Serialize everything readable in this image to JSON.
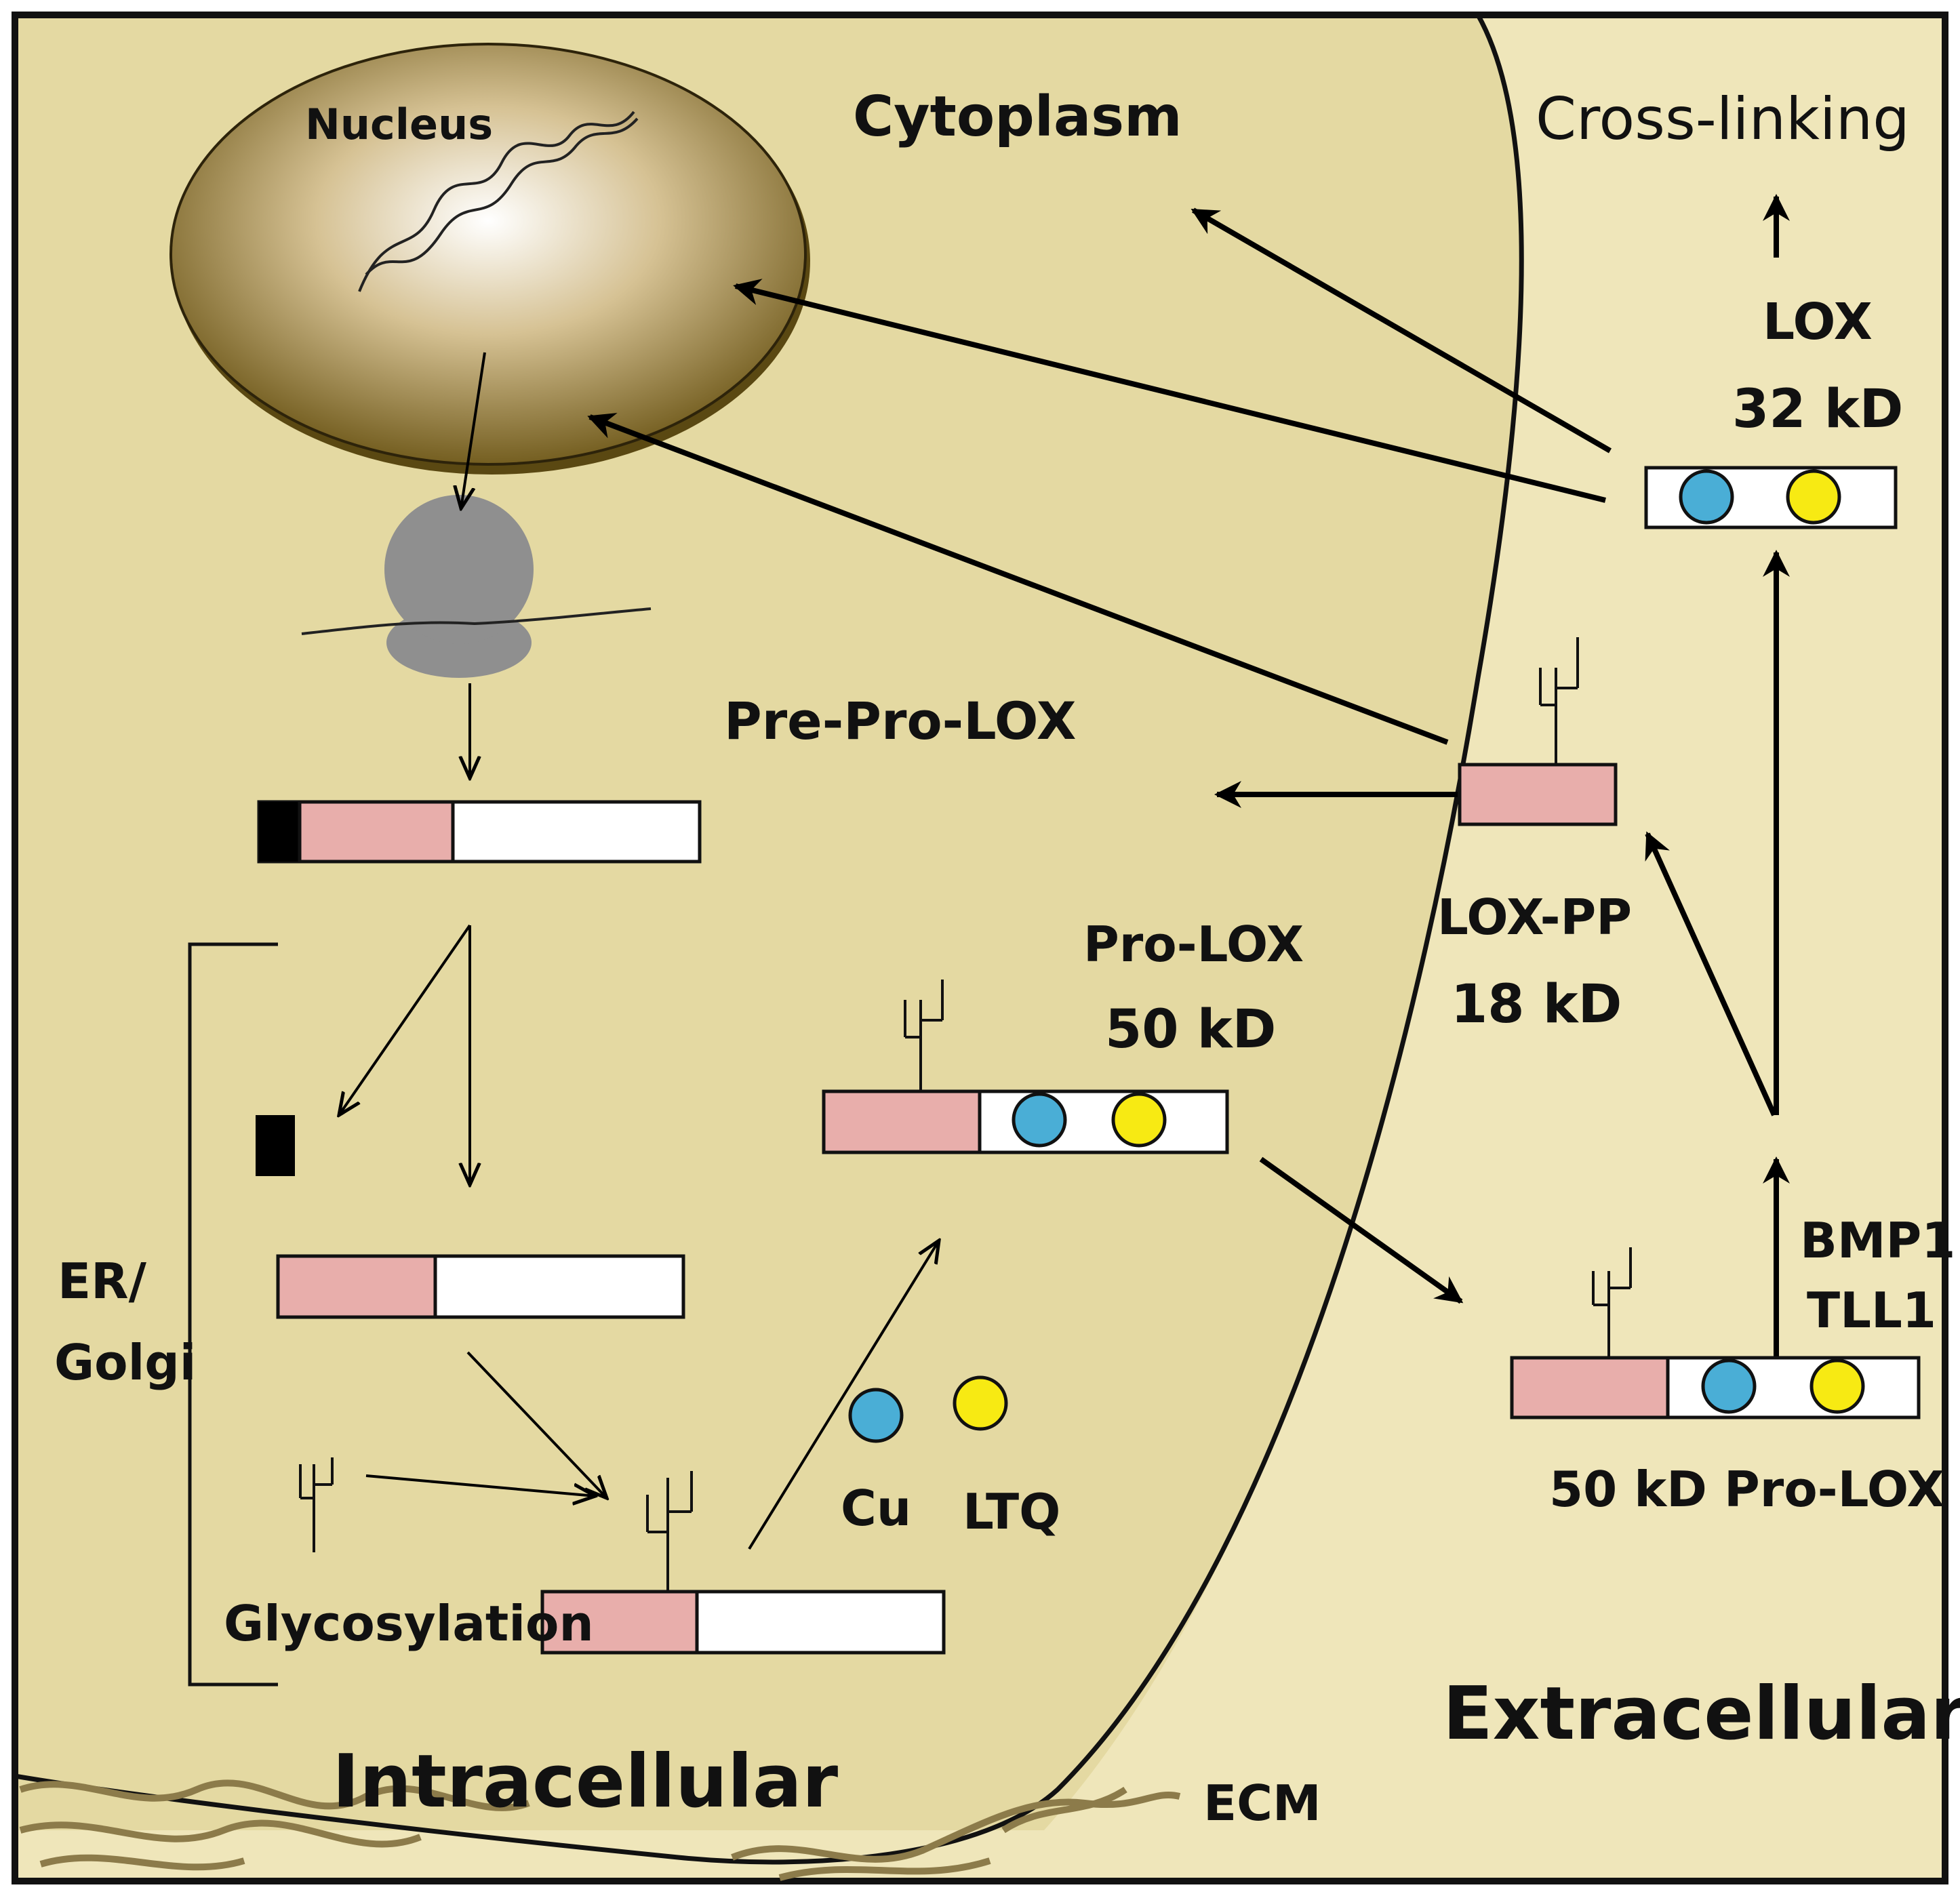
{
  "labels": {
    "nucleus": "Nucleus",
    "cytoplasm": "Cytoplasm",
    "cross_linking": "Cross-linking",
    "lox_name": "LOX",
    "lox_mass": "32 kD",
    "pre_pro_lox": "Pre-Pro-LOX",
    "pro_lox_name": "Pro-LOX",
    "pro_lox_mass": "50 kD",
    "lox_pp_name": "LOX-PP",
    "lox_pp_mass": "18 kD",
    "er": "ER/",
    "golgi": "Golgi",
    "glycosylation": "Glycosylation",
    "cu": "Cu",
    "ltq": "LTQ",
    "bmp1": "BMP1",
    "tll1": "TLL1",
    "pro_lox_extracellular": "50 kD Pro-LOX",
    "intracellular": "Intracellular",
    "extracellular": "Extracellular",
    "ecm": "ECM"
  },
  "colors": {
    "cell_fill": "#e4d9a2",
    "extracellular_fill": "#efe6ba",
    "propeptide": "#e8aeab",
    "signal_peptide": "#000000",
    "cu": "#4aaed6",
    "ltq": "#f7ea13",
    "ribosome": "#8f8f8f",
    "nucleus_dark": "#6e5819",
    "nucleus_light": "#ffffff",
    "ecm_fibers": "#8c7b4a"
  }
}
